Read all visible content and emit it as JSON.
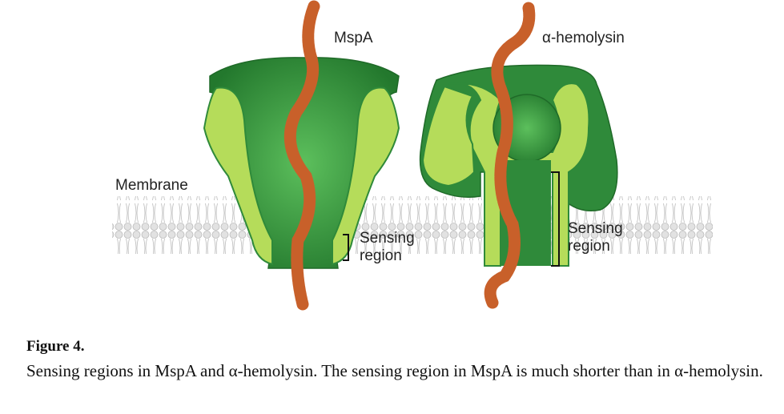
{
  "figure": {
    "labels": {
      "mspa": "MspA",
      "hemolysin": "α-hemolysin",
      "membrane": "Membrane",
      "sensing_line1": "Sensing",
      "sensing_line2": "region"
    },
    "colors": {
      "dark_green": "#2f8a3a",
      "light_green": "#b5dc5a",
      "dna": "#c8602a",
      "membrane": "#d8d8d8"
    }
  },
  "caption": {
    "title": "Figure 4.",
    "text": "Sensing regions in MspA and α-hemolysin. The sensing region in MspA is much shorter than in α-hemolysin."
  }
}
